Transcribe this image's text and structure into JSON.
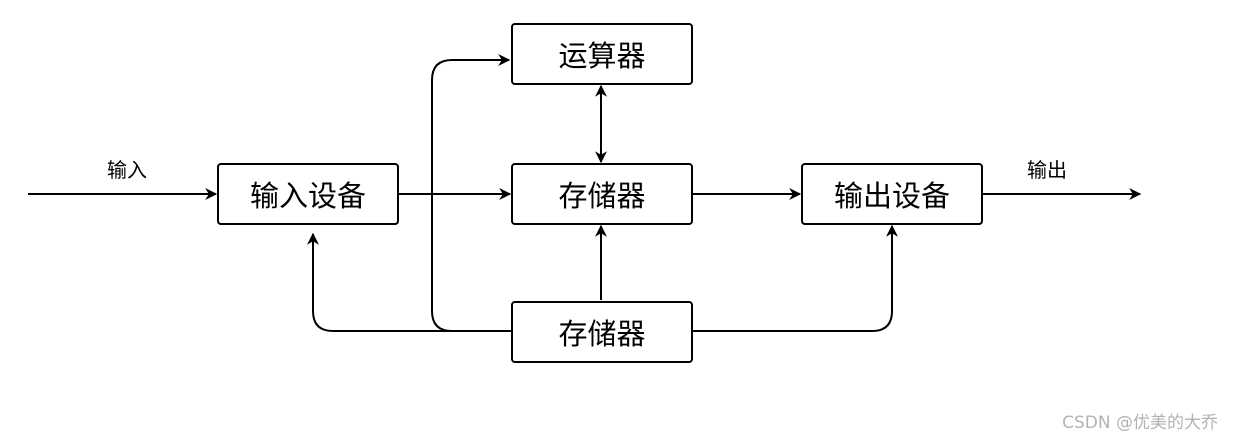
{
  "nodes": {
    "alu": "运算器",
    "input_device": "输入设备",
    "memory": "存储器",
    "output_device": "输出设备",
    "controller": "存储器"
  },
  "edge_labels": {
    "input": "输入",
    "output": "输出"
  },
  "watermark": "CSDN @优美的大乔",
  "colors": {
    "stroke": "#000000",
    "box_fill": "#ffffff",
    "watermark": "#b3b3b3"
  }
}
